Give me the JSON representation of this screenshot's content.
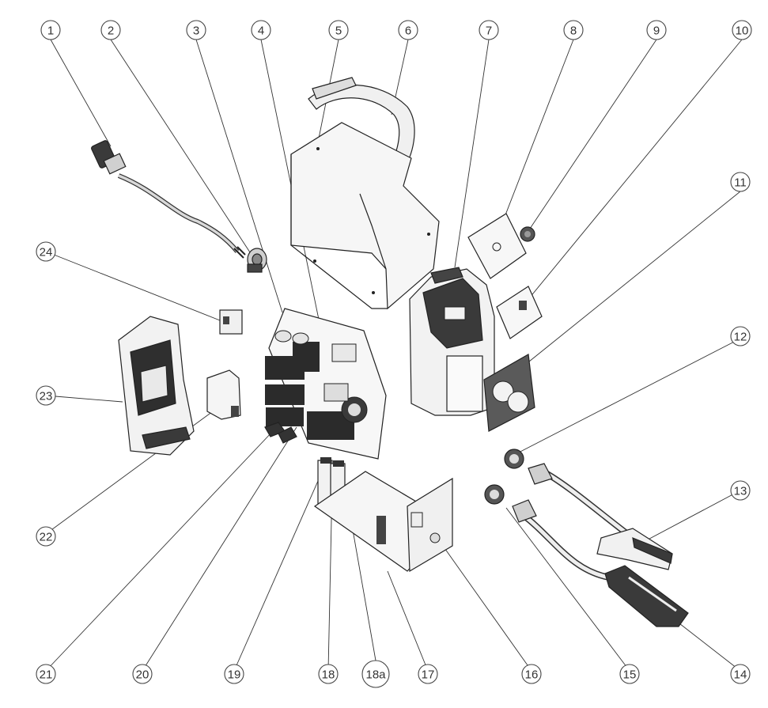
{
  "diagram": {
    "callouts": [
      {
        "id": "c1",
        "label": "1"
      },
      {
        "id": "c2",
        "label": "2"
      },
      {
        "id": "c3",
        "label": "3"
      },
      {
        "id": "c4",
        "label": "4"
      },
      {
        "id": "c5",
        "label": "5"
      },
      {
        "id": "c6",
        "label": "6"
      },
      {
        "id": "c7",
        "label": "7"
      },
      {
        "id": "c8",
        "label": "8"
      },
      {
        "id": "c9",
        "label": "9"
      },
      {
        "id": "c10",
        "label": "10"
      },
      {
        "id": "c11",
        "label": "11"
      },
      {
        "id": "c12",
        "label": "12"
      },
      {
        "id": "c13",
        "label": "13"
      },
      {
        "id": "c14",
        "label": "14"
      },
      {
        "id": "c15",
        "label": "15"
      },
      {
        "id": "c16",
        "label": "16"
      },
      {
        "id": "c17",
        "label": "17"
      },
      {
        "id": "c18a",
        "label": "18a"
      },
      {
        "id": "c18",
        "label": "18"
      },
      {
        "id": "c19",
        "label": "19"
      },
      {
        "id": "c20",
        "label": "20"
      },
      {
        "id": "c21",
        "label": "21"
      },
      {
        "id": "c22",
        "label": "22"
      },
      {
        "id": "c23",
        "label": "23"
      },
      {
        "id": "c24",
        "label": "24"
      }
    ],
    "colors": {
      "line": "#222222",
      "metal": "#f4f4f4",
      "dark": "#3a3a3a",
      "heatsink": "#2b2b2b"
    }
  }
}
